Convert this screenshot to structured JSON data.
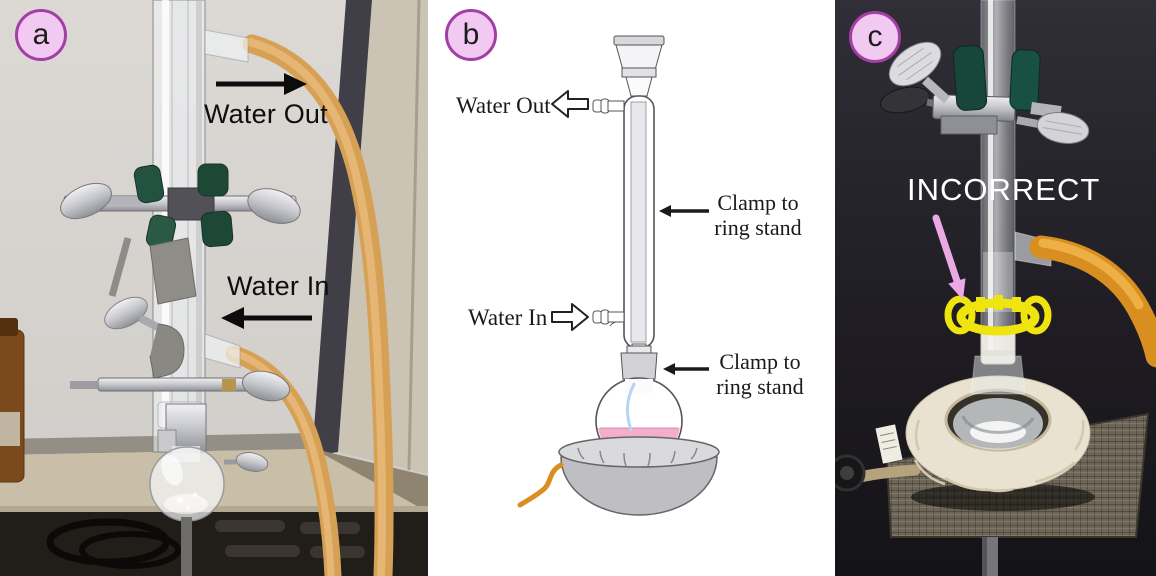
{
  "panels": {
    "a": {
      "label": "a",
      "water_out": "Water Out",
      "water_in": "Water In"
    },
    "b": {
      "label": "b",
      "water_out": "Water Out",
      "water_in": "Water In",
      "clamp_top_line1": "Clamp to",
      "clamp_top_line2": "ring stand",
      "clamp_bottom_line1": "Clamp to",
      "clamp_bottom_line2": "ring stand"
    },
    "c": {
      "label": "c",
      "warning": "INCORRECT"
    }
  },
  "colors": {
    "panel_badge_fill": "#f2c9f0",
    "panel_badge_border": "#a23ea5",
    "tubing_amber": "#d6a055",
    "tubing_amber_highlight": "#e8bc7c",
    "tubing_orange": "#d88f1f",
    "tubing_orange_highlight": "#f2b54e",
    "keck_clip_yellow": "#f0e40e",
    "flask_liquid_pink": "#f3aecb",
    "incorrect_arrow_pink": "#eaa9e4",
    "label_text_dark": "#111111",
    "incorrect_text": "#ffffff"
  }
}
